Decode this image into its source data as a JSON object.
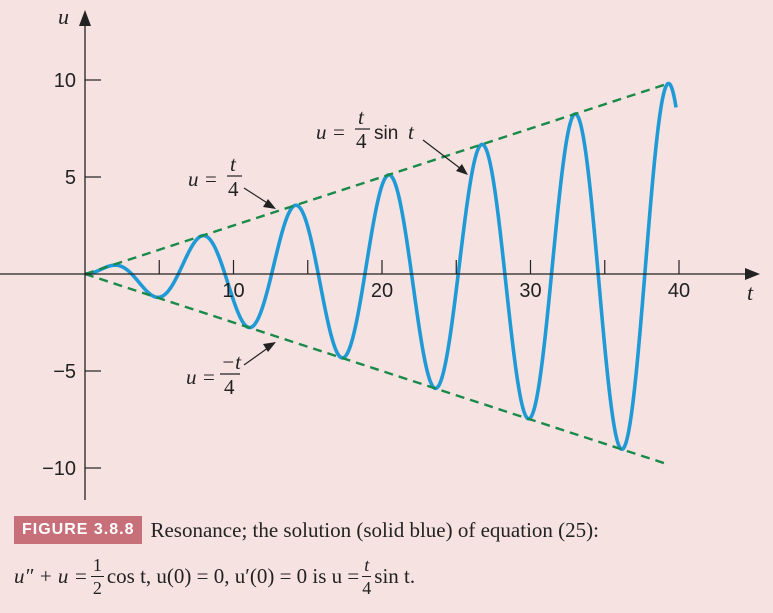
{
  "chart_data": {
    "type": "line",
    "xlabel": "t",
    "ylabel": "u",
    "xlim": [
      -5.6,
      45
    ],
    "ylim": [
      -11.5,
      12.5
    ],
    "x_ticks": [
      5,
      10,
      15,
      20,
      25,
      30,
      35,
      40
    ],
    "x_tick_labels": [
      "10",
      "20",
      "30",
      "40"
    ],
    "x_tick_label_values": [
      10,
      20,
      30,
      40
    ],
    "y_ticks": [
      10,
      5,
      -5,
      -10
    ],
    "y_tick_labels": [
      "10",
      "5",
      "−5",
      "−10"
    ],
    "series": [
      {
        "name": "u = (t/4) sin t",
        "style": "solid",
        "color": "#1f9ad6",
        "x_range": [
          0,
          39.8
        ],
        "formula": "t/4*sin(t)"
      },
      {
        "name": "u = t/4",
        "style": "dashed",
        "color": "#1a8a4a",
        "x_range": [
          0,
          39.2
        ],
        "formula": "t/4"
      },
      {
        "name": "u = -t/4",
        "style": "dashed",
        "color": "#1a8a4a",
        "x_range": [
          0,
          39.2
        ],
        "formula": "-t/4"
      }
    ],
    "annotations": {
      "sin": {
        "u": "u",
        "eq": "=",
        "num": "t",
        "den": "4",
        "func": "sin",
        "var": "t"
      },
      "upper": {
        "u": "u",
        "eq": "=",
        "num": "t",
        "den": "4"
      },
      "lower": {
        "u": "u",
        "eq": "=",
        "num": "−t",
        "den": "4"
      }
    }
  },
  "caption": {
    "badge": "FIGURE 3.8.8",
    "text": "Resonance; the solution (solid blue) of equation (25):",
    "line2": {
      "lhs": "u″ + u =",
      "frac1_num": "1",
      "frac1_den": "2",
      "mid": "cos t, u(0) = 0, u′(0) = 0 is u =",
      "frac2_num": "t",
      "frac2_den": "4",
      "end": "sin t."
    }
  }
}
